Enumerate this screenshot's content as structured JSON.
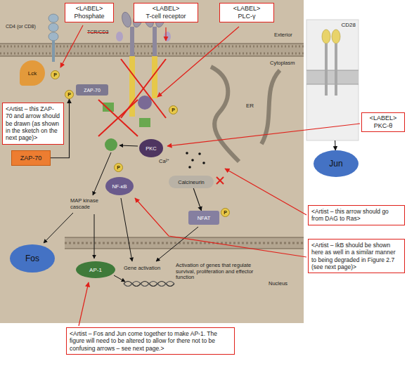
{
  "diagram": {
    "nodes": [
      {
        "text": [
          "<LABEL>",
          "Phosphate"
        ]
      },
      {
        "text": [
          "<LABEL>",
          "T-cell receptor"
        ]
      },
      {
        "text": [
          "<LABEL>",
          "PLC-γ"
        ]
      },
      {
        "text": [
          "CD28"
        ]
      },
      {
        "text": [
          "Lck"
        ]
      },
      {
        "text": [
          "P"
        ]
      },
      {
        "text": [
          "P"
        ]
      },
      {
        "text": [
          "ZAP-70"
        ]
      },
      {
        "text": [
          "<Artist – this ZAP-70 and arrow should be drawn (as shown in the sketch on the next page)>"
        ]
      },
      {
        "text": [
          "P"
        ]
      },
      {
        "text": [
          "<LABEL>",
          "PKC-θ"
        ]
      },
      {
        "text": [
          "PKC"
        ]
      },
      {
        "text": [
          "ZAP-70"
        ]
      },
      {
        "text": [
          "Jun"
        ]
      },
      {
        "text": [
          "P"
        ]
      },
      {
        "text": [
          "Calcineurin"
        ]
      },
      {
        "text": [
          "NF-κB"
        ]
      },
      {
        "text": [
          "<Artist – this arrow should go from DAG to Ras>"
        ]
      },
      {
        "text": [
          "NFAT"
        ]
      },
      {
        "text": [
          "P"
        ]
      },
      {
        "text": [
          "<Artist – IkB should be shown here as well in a similar manner to being degraded in Figure 2.7 (see next page)>"
        ]
      },
      {
        "text": [
          "Fos"
        ]
      },
      {
        "text": [
          "AP-1"
        ]
      },
      {
        "text": [
          "<Artist – Fos and Jun come together to make AP-1. The figure will need to be altered to allow for there not to be confusing arrows – see next page.>"
        ]
      }
    ],
    "edges": [
      {
        "from": 12,
        "to": 6,
        "arrow": "to"
      },
      {
        "from": 3,
        "to": 13,
        "arrow": "to"
      },
      {
        "from": 15,
        "to": 18,
        "arrow": "to"
      }
    ],
    "labels": [
      "CD4 (or CD8)",
      "TCR/CD3",
      "Exterior",
      "Cytoplasm",
      "ER",
      "Ca²⁺",
      "MAP kinase cascade",
      "Nucleus",
      "Gene activation",
      "Activation of genes that regulate survival, proliferation and effector function"
    ]
  }
}
